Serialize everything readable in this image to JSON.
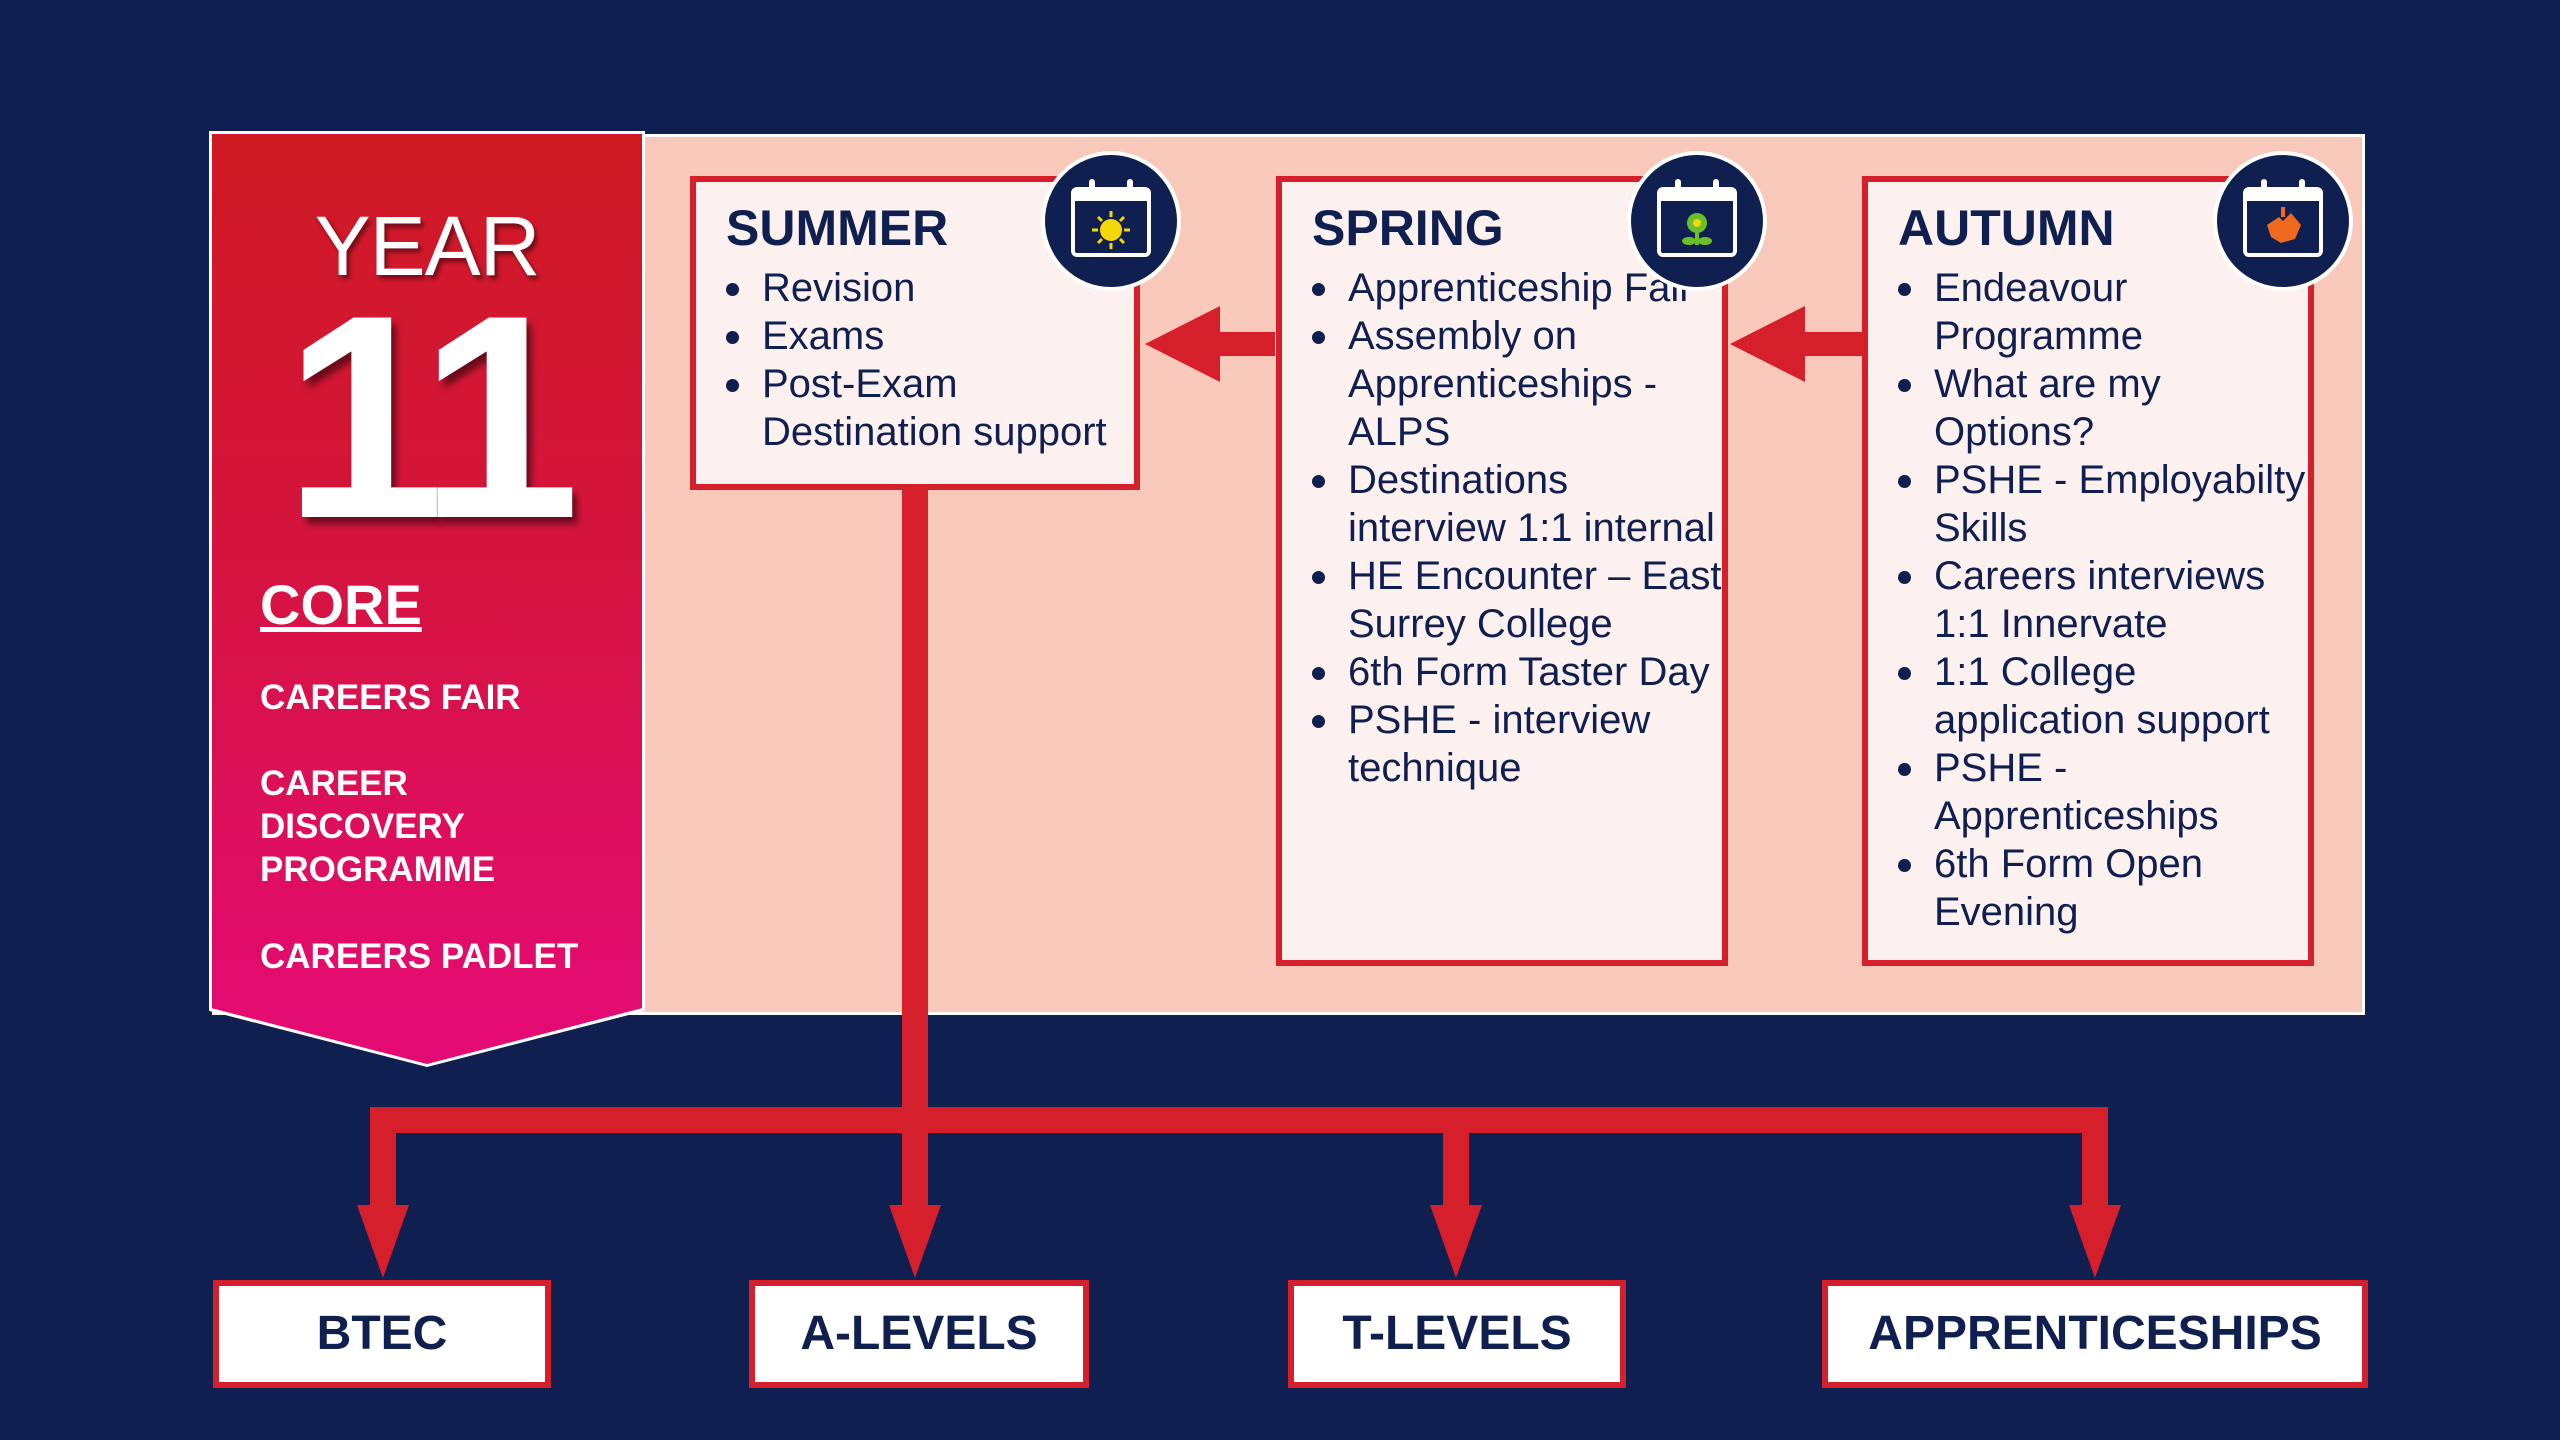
{
  "year": {
    "word": "YEAR",
    "number": "11"
  },
  "core": {
    "title": "CORE",
    "items": [
      "CAREERS FAIR",
      "CAREER DISCOVERY PROGRAMME",
      "CAREERS PADLET"
    ]
  },
  "terms": [
    {
      "name": "SUMMER",
      "icon": "sun-calendar-icon",
      "items": [
        "Revision",
        "Exams",
        "Post-Exam Destination support"
      ]
    },
    {
      "name": "SPRING",
      "icon": "flower-calendar-icon",
      "items": [
        "Apprenticeship Fair",
        "Assembly on Apprenticeships - ALPS",
        "Destinations interview 1:1 internal",
        "HE Encounter – East Surrey College",
        "6th Form Taster Day",
        "PSHE - interview technique"
      ]
    },
    {
      "name": "AUTUMN",
      "icon": "leaf-calendar-icon",
      "items": [
        "Endeavour Programme",
        "What are my Options?",
        "PSHE - Employabilty Skills",
        "Careers interviews 1:1 Innervate",
        "1:1 College application support",
        "PSHE - Apprenticeships",
        "6th Form Open Evening"
      ]
    }
  ],
  "destinations": [
    "BTEC",
    "A-LEVELS",
    "T-LEVELS",
    "APPRENTICESHIPS"
  ],
  "colors": {
    "background": "#0f1f50",
    "panel": "#f8c8bb",
    "accent": "#d51f2b",
    "banner_top": "#cf1a23",
    "banner_bottom": "#e40a76"
  }
}
